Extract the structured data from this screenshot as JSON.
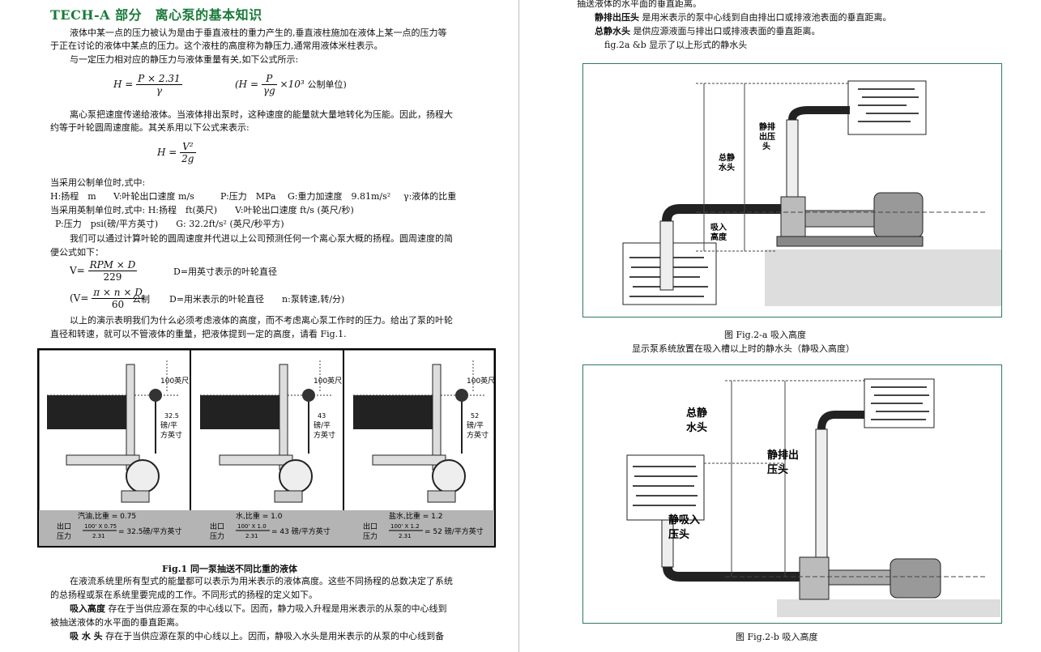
{
  "left": {
    "title": "TECH-A 部分　离心泵的基本知识",
    "p1_l1": "液体中某一点的压力被认为是由于垂直液柱的重力产生的,垂直液柱施加在液体上某一点的压力等",
    "p1_l2": "于正在讨论的液体中某点的压力。这个液柱的高度称为静压力,通常用液体米柱表示。",
    "p1_l3": "与一定压力相对应的静压力与液体重量有关,如下公式所示:",
    "f1_lhs": "H =",
    "f1_num": "P × 2.31",
    "f1_den": "γ",
    "f2_open": "(H =",
    "f2_num": "P",
    "f2_den": "γg",
    "f2_mult": "×10³",
    "f2_unit": "公制单位)",
    "p2_l1": "离心泵把速度传递给液体。当液体排出泵时，这种速度的能量就大量地转化为压能。因此，扬程大",
    "p2_l2": "约等于叶轮圆周速度能。其关系用以下公式来表示:",
    "f3_lhs": "H =",
    "f3_num": "V²",
    "f3_den": "2g",
    "u1": "当采用公制单位时,式中:",
    "u2_h": "H:扬程　m",
    "u2_v": "V:叶轮出口速度 m/s",
    "u2_p": "P:压力　MPa",
    "u2_g": "G:重力加速度　9.81m/s²",
    "u2_r": "γ:液体的比重",
    "u3": "当采用英制单位时,式中: H:扬程　ft(英尺)　　V:叶轮出口速度 ft/s (英尺/秒)",
    "u4": "P:压力　psi(磅/平方英寸)　　G: 32.2ft/s² (英尺/秒平方)",
    "p3_l1": "我们可以通过计算叶轮的圆周速度并代进以上公司预测任何一个离心泵大概的扬程。圆周速度的简",
    "p3_l2": "便公式如下：",
    "f4_lhs": "V=",
    "f4_num": "RPM × D",
    "f4_den": "229",
    "f4_desc": "D=用英寸表示的叶轮直径",
    "f5_lhs": "(V=",
    "f5_num": "π × n × D",
    "f5_den": "60",
    "f5_unit": "公制",
    "f5_desc": "D=用米表示的叶轮直径　　n:泵转速,转/分)",
    "p4_l1": "以上的演示表明我们为什么必须考虑液体的高度，而不考虑离心泵工作时的压力。给出了泵的叶轮",
    "p4_l2": "直径和转速，就可以不管液体的重量，把液体提到一定的高度，请看 Fig.1.",
    "fig1_caption": "Fig.1  同一泵抽送不同比重的液体",
    "p5_l1": "在液流系统里所有型式的能量都可以表示为用米表示的液体高度。这些不同扬程的总数决定了系统",
    "p5_l2": "的总扬程或泵在系统里要完成的工作。不同形式的扬程的定义如下。",
    "p6_term": "吸入高度",
    "p6_l1": " 存在于当供应源在泵的中心线以下。因而，静力吸入升程是用米表示的从泵的中心线到",
    "p6_l2": "被抽送液体的水平面的垂直距离。",
    "p7_term": "吸 水 头",
    "p7_l1": " 存在于当供应源在泵的中心线以上。因而，静吸入水头是用米表示的从泵的中心线到备"
  },
  "fig1_panels": [
    {
      "height_label": "100英尺",
      "gauge_value": "32.5",
      "gauge_unit1": "磅/平",
      "gauge_unit2": "方英寸",
      "liquid": "汽油,比重 = 0.75",
      "out1": "出口",
      "out2": "压力",
      "calc_num": "100' X 0.75",
      "calc_den": "2.31",
      "calc_res": "= 32.5磅/平方英寸"
    },
    {
      "height_label": "100英尺",
      "gauge_value": "43",
      "gauge_unit1": "磅/平",
      "gauge_unit2": "方英寸",
      "liquid": "水,比重 = 1.0",
      "out1": "出口",
      "out2": "压力",
      "calc_num": "100' X 1.0",
      "calc_den": "2.31",
      "calc_res": "= 43 磅/平方英寸"
    },
    {
      "height_label": "100英尺",
      "gauge_value": "52",
      "gauge_unit1": "磅/平",
      "gauge_unit2": "方英寸",
      "liquid": "盐水,比重 = 1.2",
      "out1": "出口",
      "out2": "压力",
      "calc_num": "100' X 1.2",
      "calc_den": "2.31",
      "calc_res": "= 52 磅/平方英寸"
    }
  ],
  "right": {
    "r1": "抽送液体的水平面的垂直距离。",
    "r2_term": "静排出压头",
    "r2_text": " 是用米表示的泵中心线到自由排出口或排液池表面的垂直距离。",
    "r3_term": "总静水头",
    "r3_text": " 是供应源液面与排出口或排液表面的垂直距离。",
    "r4": "fig.2a &b  显示了以上形式的静水头",
    "fig2a_caption": "图 Fig.2-a  吸入高度",
    "fig2a_sub": "显示泵系统放置在吸入槽以上时的静水头（静吸入高度）",
    "fig2b_caption": "图 Fig.2-b  吸入高度",
    "fig2a_labels": {
      "discharge1": "静排",
      "discharge2": "出压",
      "discharge3": "头",
      "total1": "总静",
      "total2": "水头",
      "suction1": "吸入",
      "suction2": "高度"
    },
    "fig2b_labels": {
      "total1": "总静",
      "total2": "水头",
      "discharge1": "静排出",
      "discharge2": "压头",
      "suction1": "静吸入",
      "suction2": "压头"
    }
  },
  "colors": {
    "title_green": "#1a7a3a",
    "figure_border": "#2e7b5e",
    "liquid_dark": "#222222",
    "gray_band": "#b4b4b4"
  }
}
